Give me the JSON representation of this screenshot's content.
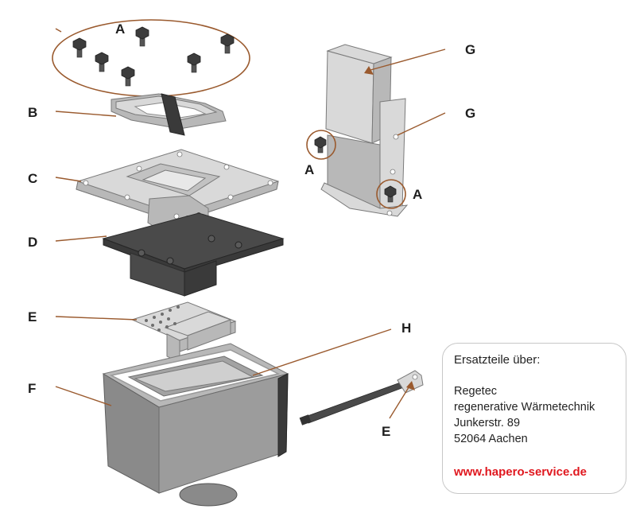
{
  "labels": {
    "a": "A",
    "b": "B",
    "c": "C",
    "d": "D",
    "e": "E",
    "f": "F",
    "g": "G",
    "h": "H"
  },
  "info": {
    "heading": "Ersatzteile über:",
    "lines": [
      "Regetec",
      "regenerative Wärmetechnik",
      "Junkerstr. 89",
      "52064 Aachen"
    ],
    "website": "www.hapero-service.de"
  },
  "colors": {
    "leader": "#9a5a2e",
    "website": "#e0181f",
    "cast_iron": "#4a4a4a",
    "steel": "#d9d9d9"
  }
}
